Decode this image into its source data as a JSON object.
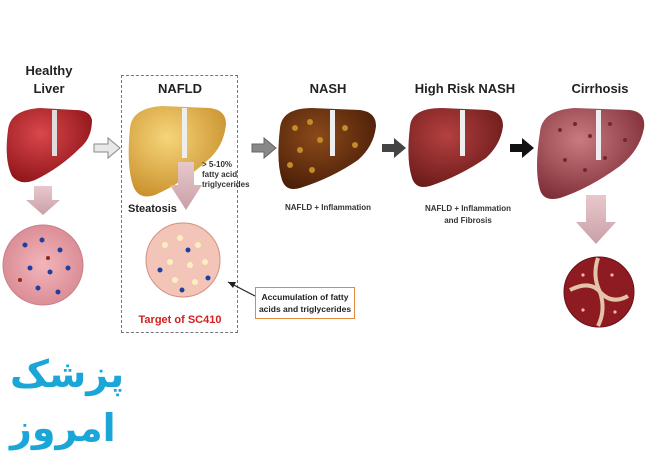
{
  "stages": {
    "healthy": "Healthy\nLiver",
    "nafld": "NAFLD",
    "nash": "NASH",
    "high_risk": "High Risk NASH",
    "cirrhosis": "Cirrhosis"
  },
  "annotations": {
    "fatty_pct": "> 5-10%\nfatty acid\ntriglycerides",
    "steatosis": "Steatosis",
    "nash_desc": "NAFLD + Inflammation",
    "high_risk_desc": "NAFLD + Inflammation\nand Fibrosis",
    "callout": "Accumulation of fatty\nacids and triglycerides",
    "target": "Target of SC410"
  },
  "logo_text": "پزشک امروز",
  "colors": {
    "healthy_liver": "#b3222a",
    "nafld_liver": "#e3b24a",
    "nash_liver": "#6b2e12",
    "high_risk_liver": "#8a2626",
    "cirrhosis_liver": "#a8505a",
    "callout_border": "#e08a3a",
    "target_text": "#d32020",
    "logo": "#1aa7d8"
  }
}
